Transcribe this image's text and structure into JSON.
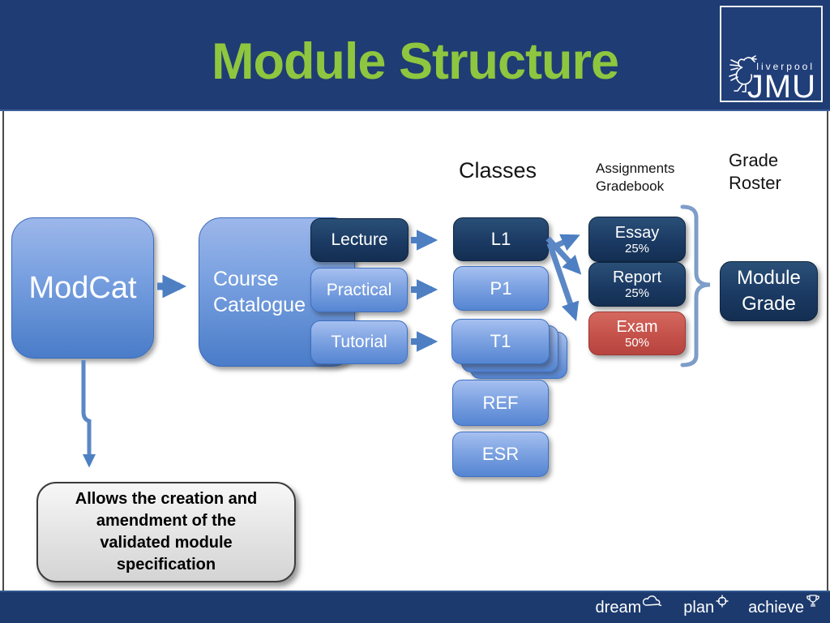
{
  "slide_title": "Module Structure",
  "logo": {
    "small_text": "liverpool",
    "large_text": "JMU"
  },
  "section_labels": {
    "classes": "Classes",
    "assignments_line1": "Assignments",
    "assignments_line2": "Gradebook",
    "grade_roster_line1": "Grade",
    "grade_roster_line2": "Roster"
  },
  "nodes": {
    "modcat": "ModCat",
    "course_catalogue_line1": "Course",
    "course_catalogue_line2": "Catalogue",
    "lecture": "Lecture",
    "practical": "Practical",
    "tutorial": "Tutorial",
    "l1": "L1",
    "p1": "P1",
    "t1": "T1",
    "ref": "REF",
    "esr": "ESR",
    "essay_name": "Essay",
    "essay_weight": "25%",
    "report_name": "Report",
    "report_weight": "25%",
    "exam_name": "Exam",
    "exam_weight": "50%",
    "module_grade_line1": "Module",
    "module_grade_line2": "Grade"
  },
  "callout": {
    "lines": [
      "Allows the creation and",
      "amendment of the",
      "validated module",
      "specification"
    ]
  },
  "footer": {
    "items": [
      {
        "label": "dream",
        "icon": "cloud"
      },
      {
        "label": "plan",
        "icon": "target"
      },
      {
        "label": "achieve",
        "icon": "trophy"
      }
    ]
  },
  "colors": {
    "header_blue": "#1f3c74",
    "title_green": "#8ec63f",
    "navy_box": "#1b3a63",
    "light_blue_box": "#5585d2",
    "exam_red": "#c35048",
    "arrow_blue": "#4d7fc2",
    "bracket_blue": "#7e9dc8",
    "footer_blue": "#1c3a6e"
  }
}
